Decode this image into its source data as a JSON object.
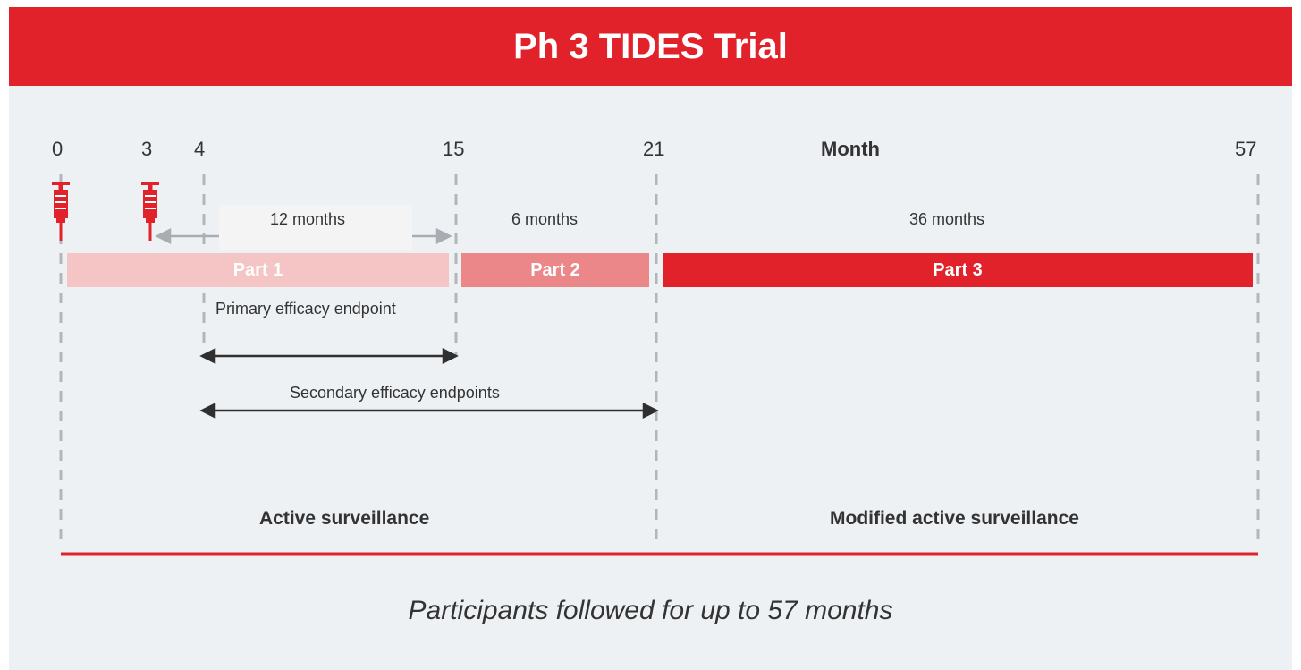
{
  "title": "Ph 3 TIDES Trial",
  "axis_label": "Month",
  "ticks": [
    "0",
    "3",
    "4",
    "15",
    "21",
    "57"
  ],
  "durations": {
    "part1": "12 months",
    "part2": "6 months",
    "part3": "36 months"
  },
  "parts": {
    "part1": "Part 1",
    "part2": "Part 2",
    "part3": "Part 3"
  },
  "endpoints": {
    "primary": "Primary efficacy endpoint",
    "secondary": "Secondary efficacy endpoints"
  },
  "surveillance": {
    "active": "Active surveillance",
    "modified": "Modified active surveillance"
  },
  "footnote": "Participants followed for up to 57 months",
  "colors": {
    "banner": "#e2222a",
    "part1": "#f5c4c4",
    "part2": "#eb8788",
    "part3": "#e2222a",
    "syringe": "#e2222a",
    "bottom_rule": "#e2222a"
  },
  "icons": {
    "dose1": "syringe-icon",
    "dose2": "syringe-icon"
  }
}
